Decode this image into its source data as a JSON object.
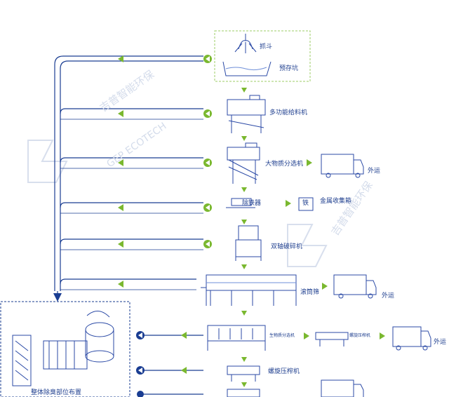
{
  "colors": {
    "pipe": "#1a3d92",
    "machine": "#2b4aa6",
    "arrow_green": "#7ab82f",
    "arrow_blue": "#1a3d92",
    "dash_green": "#9ccc65",
    "watermark": "#cfd8ea"
  },
  "labels": {
    "grab_bucket": "抓斗",
    "pre_storage_pit": "预存坑",
    "multi_feeder": "多功能给料机",
    "bulk_separator": "大物质分选机",
    "outbound_1": "外运",
    "iron_remover": "除铁器",
    "iron_box_tag": "铁",
    "metal_box": "金属收集箱",
    "twin_shaft_crusher": "双轴破碎机",
    "drum_screen": "滚筒筛",
    "outbound_2": "外运",
    "organic_separator": "生物质分选机",
    "screw_press": "螺旋压榨机",
    "outbound_3": "外运",
    "screw_press_2": "螺旋压榨机",
    "deodor_system": "整体除臭部位布置"
  },
  "watermark": {
    "brand_cn": "吉普智能环保",
    "brand_en": "GEP ECOTECH"
  }
}
